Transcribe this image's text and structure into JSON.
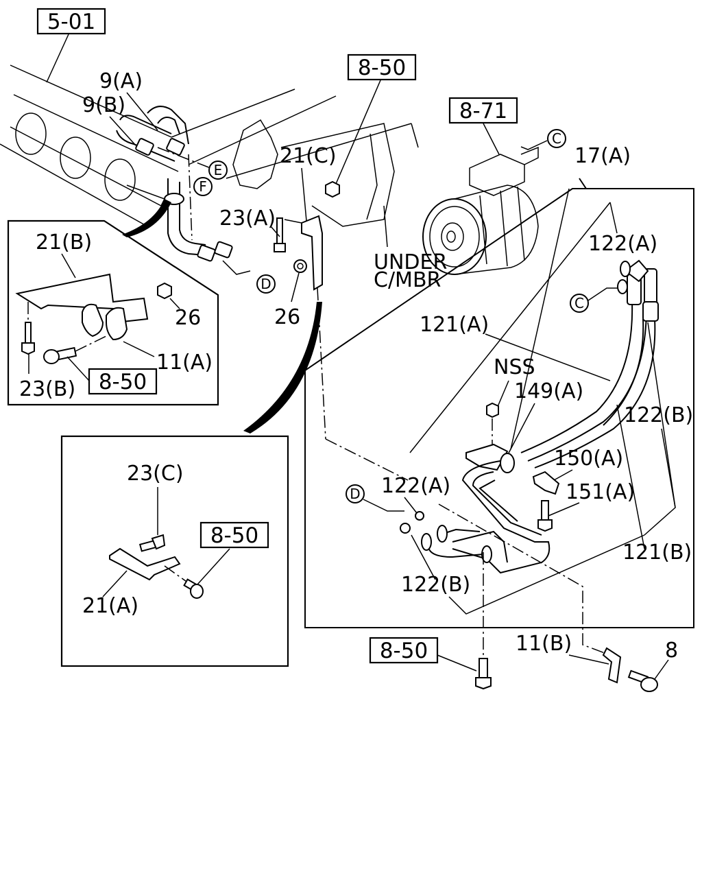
{
  "references": [
    "5-01",
    "8-50",
    "8-71",
    "8-50",
    "8-50",
    "8-50"
  ],
  "callouts": [
    "C",
    "C",
    "D",
    "D",
    "E",
    "F"
  ],
  "labels": {
    "p9a": "9(A)",
    "p9b": "9(B)",
    "p21c": "21(C)",
    "p23a": "23(A)",
    "p26_center": "26",
    "p17a": "17(A)",
    "p122a_top": "122(A)",
    "p121a": "121(A)",
    "nss": "NSS",
    "p149a": "149(A)",
    "p122b_right": "122(B)",
    "p150a": "150(A)",
    "p151a": "151(A)",
    "p122a_mid": "122(A)",
    "p122b_low": "122(B)",
    "p121b": "121(B)",
    "p11b": "11(B)",
    "p8": "8",
    "under_cmbr_1": "UNDER",
    "under_cmbr_2": "C/MBR"
  },
  "inset_left": {
    "p21b": "21(B)",
    "p26": "26",
    "p11a": "11(A)",
    "p23b": "23(B)"
  },
  "inset_bottom": {
    "p23c": "23(C)",
    "p21a": "21(A)"
  }
}
